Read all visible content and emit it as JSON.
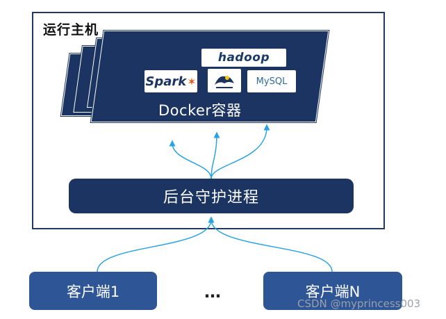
{
  "host": {
    "title": "运行主机"
  },
  "container": {
    "label": "Docker容器"
  },
  "logos": {
    "hadoop": "hadoop",
    "spark": "Spark",
    "mysql": "MySQL"
  },
  "daemon": {
    "label": "后台守护进程"
  },
  "clients": [
    {
      "label": "客户端1"
    },
    {
      "label": "客户端N"
    }
  ],
  "ellipsis": "…",
  "watermark": "CSDN @myprincess003",
  "colors": {
    "navy": "#1b3461",
    "client_blue": "#2e5697",
    "arrow": "#29a3e0"
  }
}
